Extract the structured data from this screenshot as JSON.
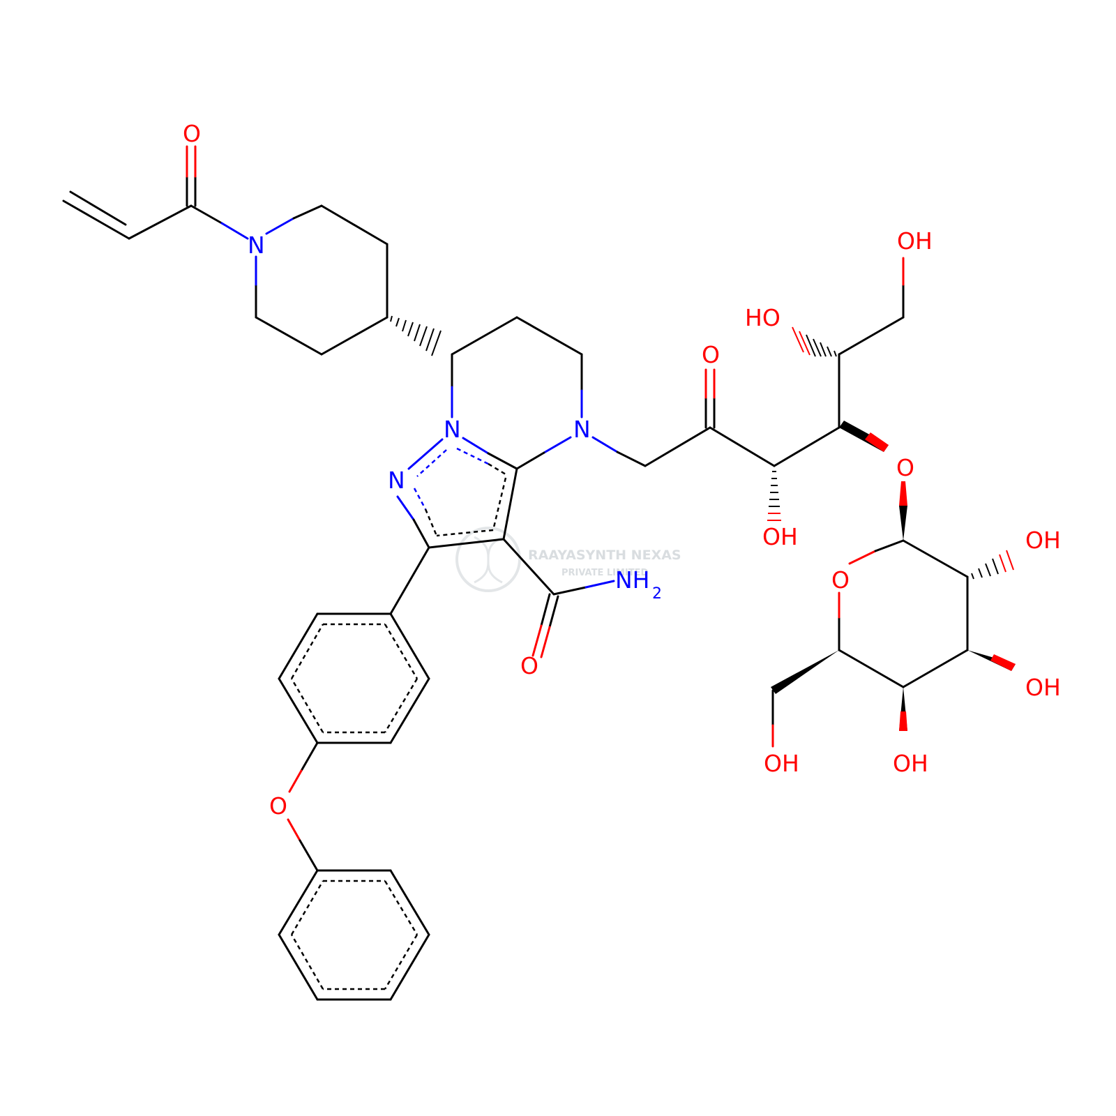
{
  "labels": {
    "O": "O",
    "N": "N",
    "OH": "OH",
    "HO": "HO",
    "NH": "NH",
    "two": "2"
  },
  "watermark": {
    "line1": "RAAYASYNTH NEXAS",
    "line2": "PRIVATE LIMITED"
  },
  "colors": {
    "carbon_bond": "#000000",
    "nitrogen": "#0000ff",
    "oxygen": "#ff0000",
    "watermark": "#d9dde0"
  }
}
